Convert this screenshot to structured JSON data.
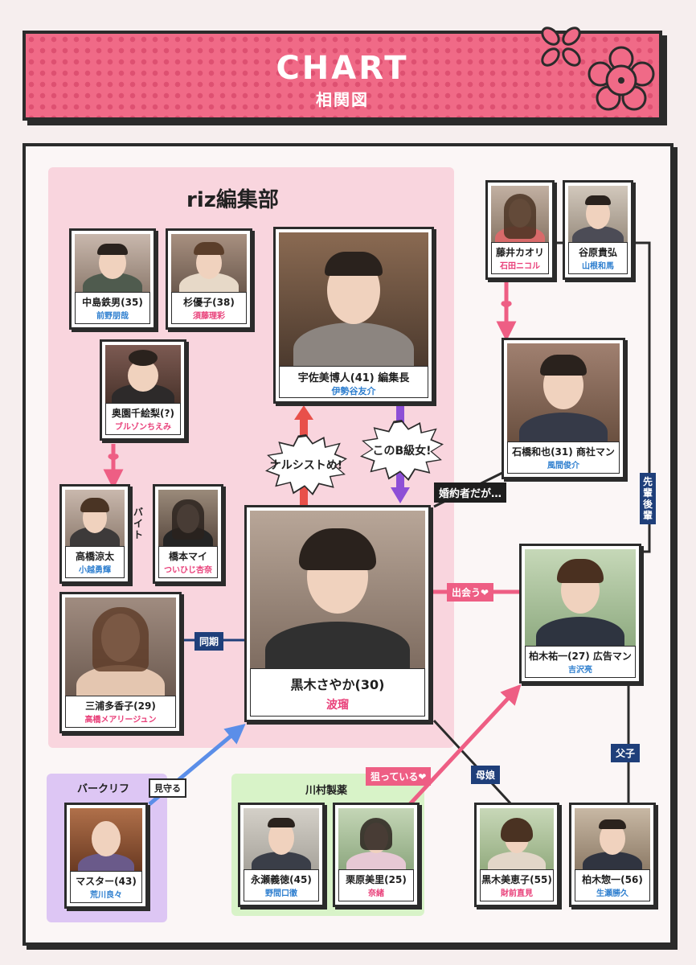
{
  "banner": {
    "title": "CHART",
    "subtitle": "相関図"
  },
  "groups": {
    "riz": "riz編集部",
    "bar": "バークリフ",
    "kawa": "川村製薬"
  },
  "people": {
    "nakajima": {
      "name": "中島鉄男(35)",
      "actor": "前野朋哉"
    },
    "sugi": {
      "name": "杉優子(38)",
      "actor": "須藤理彩"
    },
    "usami": {
      "name": "宇佐美博人(41) 編集長",
      "actor": "伊勢谷友介"
    },
    "okuzono": {
      "name": "奥園千絵梨(?)",
      "actor": "ブルゾンちえみ"
    },
    "takahashi": {
      "name": "高橋涼太",
      "actor": "小越勇輝"
    },
    "hashimoto": {
      "name": "橋本マイ",
      "actor": "ついひじ杏奈"
    },
    "miura": {
      "name": "三浦多香子(29)",
      "actor": "高橋メアリージュン"
    },
    "kuroki": {
      "name": "黒木さやか(30)",
      "actor": "波瑠"
    },
    "fujii": {
      "name": "藤井カオリ",
      "actor": "石田ニコル"
    },
    "tanihara": {
      "name": "谷原貴弘",
      "actor": "山根和馬"
    },
    "ishibashi": {
      "name": "石橋和也(31) 商社マン",
      "actor": "風間俊介"
    },
    "kashiwagi": {
      "name": "柏木祐一(27) 広告マン",
      "actor": "吉沢亮"
    },
    "master": {
      "name": "マスター(43)",
      "actor": "荒川良々"
    },
    "nagase": {
      "name": "永瀬義徳(45)",
      "actor": "野間口徹"
    },
    "kurihara": {
      "name": "栗原美里(25)",
      "actor": "奈緒"
    },
    "kuroki_mother": {
      "name": "黒木美恵子(55)",
      "actor": "財前直見"
    },
    "kashiwagi_father": {
      "name": "柏木惣一(56)",
      "actor": "生瀬勝久"
    }
  },
  "relations": {
    "narcissist": "ナルシストめ!",
    "b_class": "このB級女!",
    "engaged": "婚約者だが…",
    "meet": "出会う❤",
    "douki": "同期",
    "mimamoru": "見守る",
    "nerai": "狙っている❤",
    "boshi": "母娘",
    "fushi": "父子",
    "baito": "バイト",
    "senpai": "先輩後輩"
  },
  "colors": {
    "banner": "#f06a87",
    "navy": "#1f3f7a",
    "pink_arrow": "#ee5e84",
    "red_arrow": "#e8504a",
    "purple_arrow": "#8d4fd6",
    "blue_arrow": "#5b8ee8"
  }
}
